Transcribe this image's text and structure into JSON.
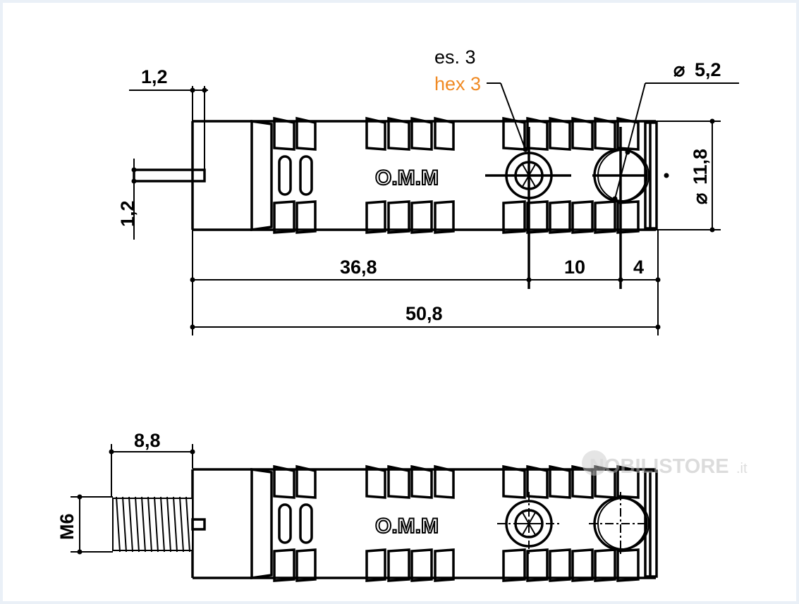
{
  "dimensions": {
    "plate_thickness": "1,2",
    "pin_thickness": "1,2",
    "length_to_screw": "36,8",
    "screw_spacing": "10",
    "end_offset": "4",
    "total_length": "50,8",
    "diameter_body": "11,8",
    "diameter_hole": "5,2",
    "diameter_symbol": "⌀",
    "thread_length": "8,8",
    "thread_size": "M6"
  },
  "annotations": {
    "es_label": "es. 3",
    "hex_label": "hex 3",
    "hex_color": "#f08a24"
  },
  "logo": {
    "text": "O.M.M"
  },
  "watermark": {
    "text": "NOBILISTORE",
    "suffix": ".it"
  }
}
